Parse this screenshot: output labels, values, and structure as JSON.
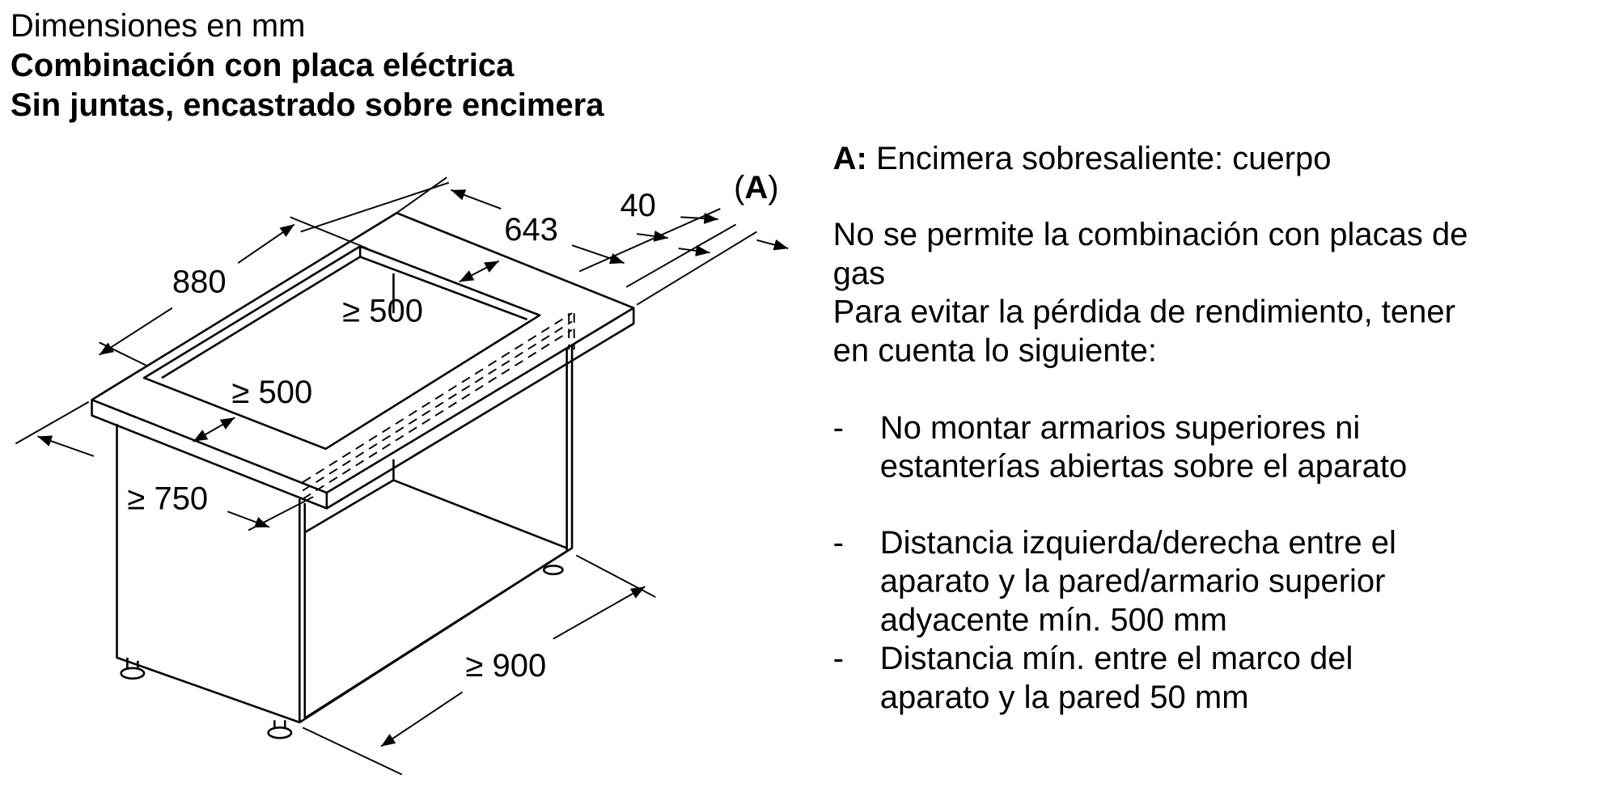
{
  "header": {
    "line1": "Dimensiones en mm",
    "line2": "Combinación con placa eléctrica",
    "line3": "Sin juntas, encastrado sobre encimera"
  },
  "diagram": {
    "dim_depth": "880",
    "dim_width": "643",
    "dim_overhang": "40",
    "dim_back": "≥ 500",
    "dim_front": "≥ 500",
    "dim_height": "≥ 750",
    "dim_cabinet": "≥ 900",
    "label_a_open": "(",
    "label_a": "A",
    "label_a_close": ")"
  },
  "notes": {
    "a_key": "A:",
    "a_text": "Encimera sobresaliente: cuerpo",
    "p1_l1": "No se permite la combinación con placas de",
    "p1_l2": "gas",
    "p2_l1": "Para evitar la pérdida de rendimiento, tener",
    "p2_l2": "en cuenta lo siguiente:",
    "items": [
      {
        "dash": "-",
        "lines": [
          "No montar armarios superiores ni",
          "estanterías abiertas sobre el aparato"
        ]
      },
      {
        "dash": "-",
        "lines": [
          "Distancia izquierda/derecha entre el",
          "aparato y la pared/armario superior",
          "adyacente mín. 500 mm"
        ]
      },
      {
        "dash": "-",
        "lines": [
          "Distancia mín. entre el marco del",
          "aparato y la pared 50 mm"
        ]
      }
    ]
  }
}
